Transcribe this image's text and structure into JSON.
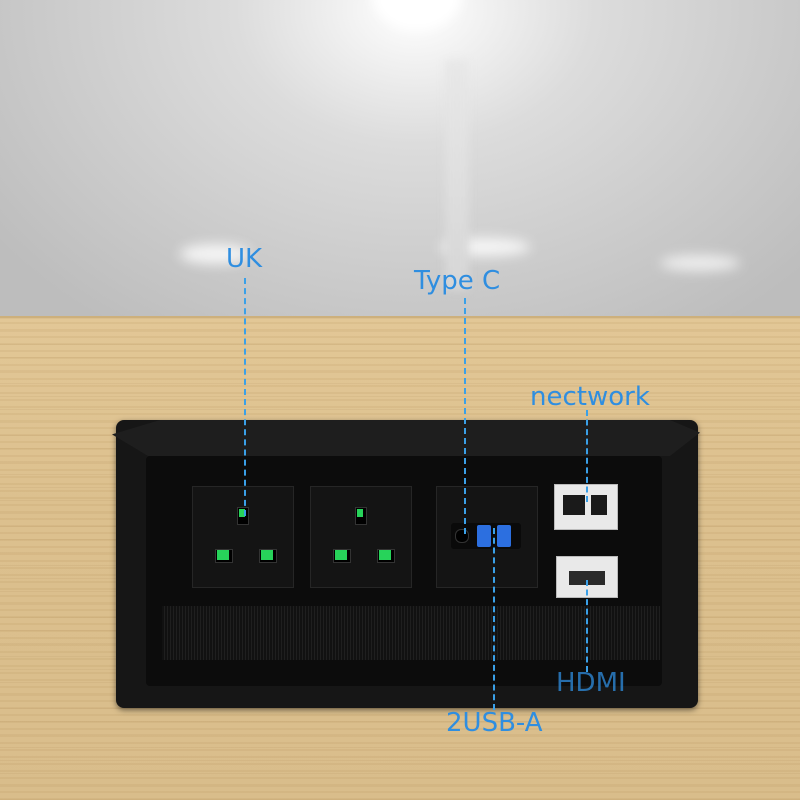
{
  "labels": {
    "uk": "UK",
    "type_c": "Type C",
    "network": "nectwork",
    "hdmi": "HDMI",
    "usb_a": "2USB-A"
  },
  "colors": {
    "label_blue": "#2f8ee0",
    "indicator_green": "#27d35a",
    "usb_blue": "#2c6fe0"
  }
}
